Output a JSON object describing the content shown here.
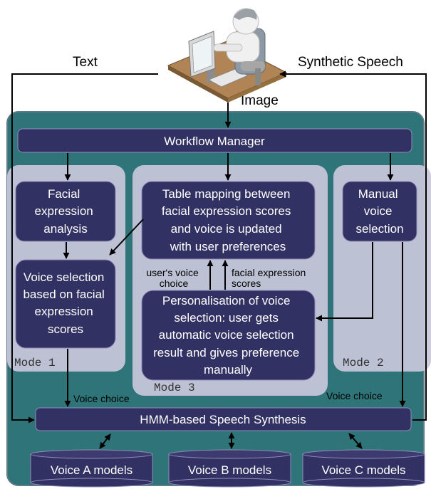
{
  "external": {
    "text_label": "Text",
    "synthetic_speech_label": "Synthetic Speech",
    "image_label": "Image"
  },
  "workflow_manager": "Workflow Manager",
  "mode1": {
    "label": "Mode 1",
    "facial_analysis": [
      "Facial",
      "expression",
      "analysis"
    ],
    "voice_selection": [
      "Voice selection",
      "based on facial",
      "expression",
      "scores"
    ]
  },
  "mode3": {
    "label": "Mode 3",
    "table_mapping": [
      "Table mapping between",
      "facial expression scores",
      "and voice is updated",
      "with user preferences"
    ],
    "personalisation": [
      "Personalisation of voice",
      "selection: user gets",
      "automatic voice selection",
      "result and gives preference",
      "manually"
    ],
    "users_choice": [
      "user's voice",
      "choice"
    ],
    "facial_scores": [
      "facial expression",
      "scores"
    ]
  },
  "mode2": {
    "label": "Mode 2",
    "manual_selection": [
      "Manual",
      "voice",
      "selection"
    ]
  },
  "voice_choice_left": "Voice choice",
  "voice_choice_right": "Voice choice",
  "hmm": "HMM-based Speech Synthesis",
  "models": [
    "Voice A models",
    "Voice B models",
    "Voice C models"
  ],
  "colors": {
    "teal_panel": "#2e7478",
    "panel_border": "#5e7b86",
    "mode_panel": "#c9c8dc",
    "dark_box": "#323163",
    "arrow": "#000000",
    "white": "#ffffff"
  },
  "icons": [
    "user-at-computer-icon"
  ]
}
